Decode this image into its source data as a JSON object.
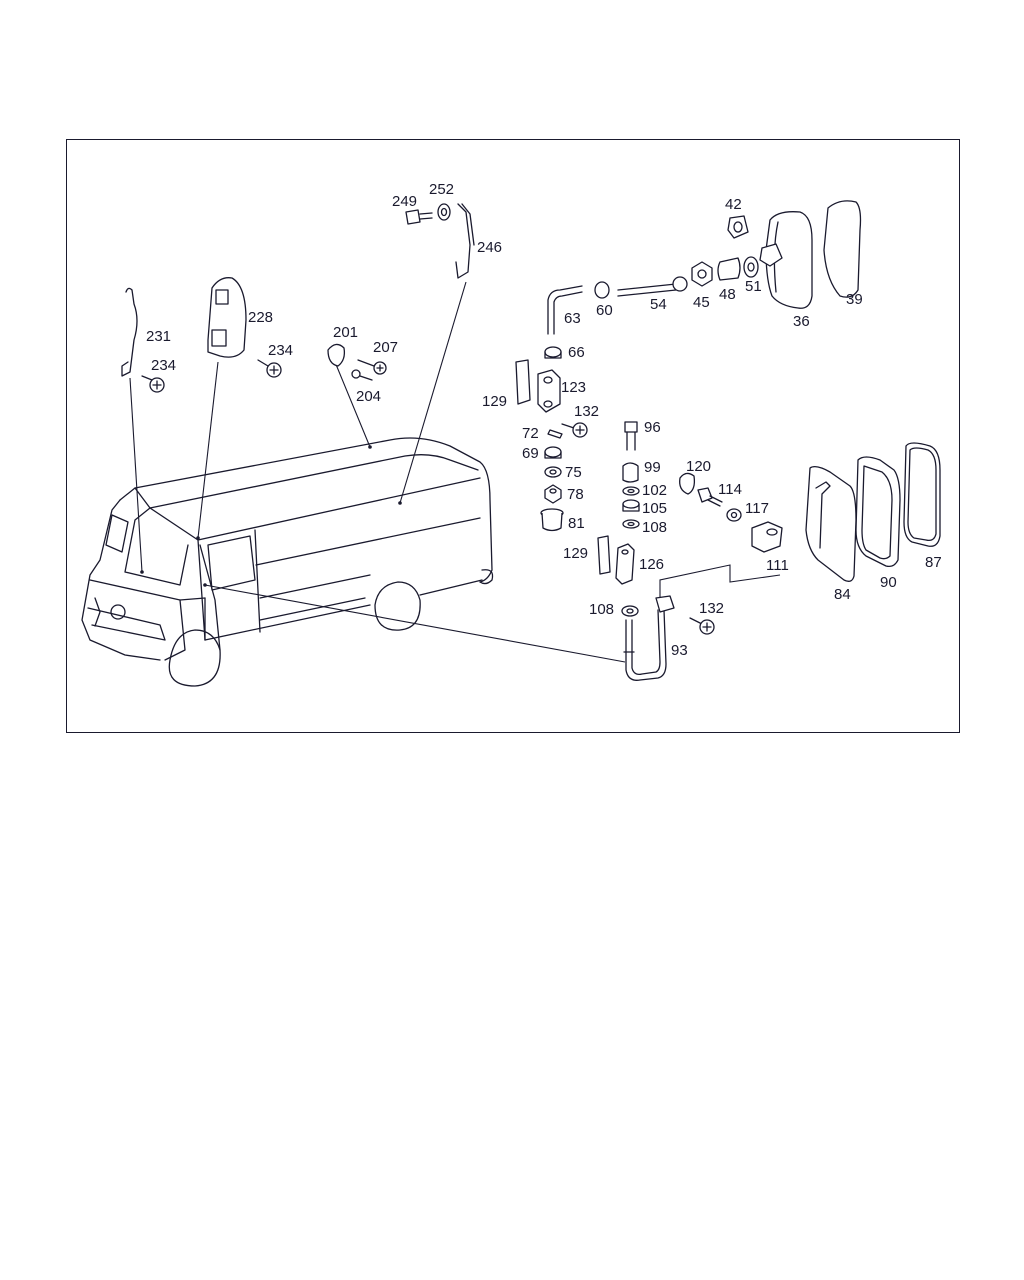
{
  "diagram": {
    "type": "exploded parts diagram",
    "line_color": "#1a1a2e",
    "background": "#ffffff",
    "callouts": {
      "c249": "249",
      "c252": "252",
      "c246": "246",
      "c42": "42",
      "c39": "39",
      "c36": "36",
      "c45": "45",
      "c48": "48",
      "c51": "51",
      "c54": "54",
      "c60": "60",
      "c63": "63",
      "c66": "66",
      "c231": "231",
      "c228": "228",
      "c234a": "234",
      "c234b": "234",
      "c201": "201",
      "c207": "207",
      "c204": "204",
      "c129a": "129",
      "c123": "123",
      "c132a": "132",
      "c72": "72",
      "c69": "69",
      "c75": "75",
      "c78": "78",
      "c81": "81",
      "c96": "96",
      "c99": "99",
      "c102": "102",
      "c105": "105",
      "c108a": "108",
      "c120": "120",
      "c114": "114",
      "c117": "117",
      "c111": "111",
      "c129b": "129",
      "c126": "126",
      "c108b": "108",
      "c132b": "132",
      "c93": "93",
      "c84": "84",
      "c90": "90",
      "c87": "87"
    }
  }
}
